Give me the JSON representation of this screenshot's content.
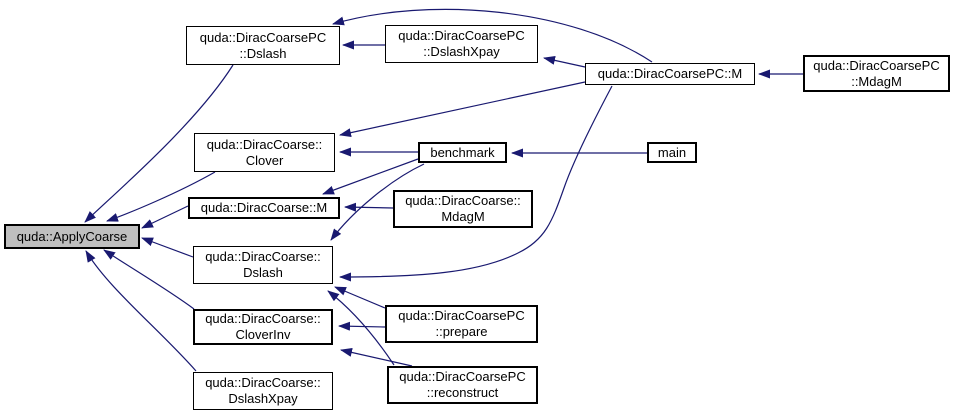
{
  "graph": {
    "type": "caller-graph",
    "highlight_node": "apply_coarse",
    "colors": {
      "edge": "#191970",
      "node_border": "#000000",
      "node_fill": "#ffffff",
      "highlight_fill": "#bfbfbf",
      "background": "#ffffff",
      "text": "#000000"
    },
    "nodes": {
      "apply_coarse": {
        "label": "quda::ApplyCoarse"
      },
      "pc_dslash": {
        "line1": "quda::DiracCoarsePC",
        "line2": "::Dslash"
      },
      "pc_dslashxpay": {
        "line1": "quda::DiracCoarsePC",
        "line2": "::DslashXpay"
      },
      "pc_m": {
        "label": "quda::DiracCoarsePC::M"
      },
      "pc_mdagm": {
        "line1": "quda::DiracCoarsePC",
        "line2": "::MdagM"
      },
      "clover": {
        "line1": "quda::DiracCoarse::",
        "line2": "Clover"
      },
      "benchmark": {
        "label": "benchmark"
      },
      "main": {
        "label": "main"
      },
      "coarse_m": {
        "label": "quda::DiracCoarse::M"
      },
      "coarse_mdagm": {
        "line1": "quda::DiracCoarse::",
        "line2": "MdagM"
      },
      "coarse_dslash": {
        "line1": "quda::DiracCoarse::",
        "line2": "Dslash"
      },
      "coarse_cloverinv": {
        "line1": "quda::DiracCoarse::",
        "line2": "CloverInv"
      },
      "coarse_dslashxpay": {
        "line1": "quda::DiracCoarse::",
        "line2": "DslashXpay"
      },
      "pc_prepare": {
        "line1": "quda::DiracCoarsePC",
        "line2": "::prepare"
      },
      "pc_reconstruct": {
        "line1": "quda::DiracCoarsePC",
        "line2": "::reconstruct"
      }
    },
    "edges": [
      {
        "from": "pc_dslash",
        "to": "apply_coarse"
      },
      {
        "from": "clover",
        "to": "apply_coarse"
      },
      {
        "from": "coarse_m",
        "to": "apply_coarse"
      },
      {
        "from": "coarse_dslash",
        "to": "apply_coarse"
      },
      {
        "from": "coarse_cloverinv",
        "to": "apply_coarse"
      },
      {
        "from": "coarse_dslashxpay",
        "to": "apply_coarse"
      },
      {
        "from": "pc_dslashxpay",
        "to": "pc_dslash"
      },
      {
        "from": "pc_m",
        "to": "pc_dslash"
      },
      {
        "from": "pc_m",
        "to": "pc_dslashxpay"
      },
      {
        "from": "pc_mdagm",
        "to": "pc_m"
      },
      {
        "from": "pc_m",
        "to": "clover"
      },
      {
        "from": "benchmark",
        "to": "clover"
      },
      {
        "from": "main",
        "to": "benchmark"
      },
      {
        "from": "benchmark",
        "to": "coarse_m"
      },
      {
        "from": "coarse_mdagm",
        "to": "coarse_m"
      },
      {
        "from": "benchmark",
        "to": "coarse_dslash"
      },
      {
        "from": "pc_m",
        "to": "coarse_dslash"
      },
      {
        "from": "pc_prepare",
        "to": "coarse_dslash"
      },
      {
        "from": "pc_prepare",
        "to": "coarse_cloverinv"
      },
      {
        "from": "pc_reconstruct",
        "to": "coarse_dslash"
      },
      {
        "from": "pc_reconstruct",
        "to": "coarse_cloverinv"
      }
    ]
  }
}
